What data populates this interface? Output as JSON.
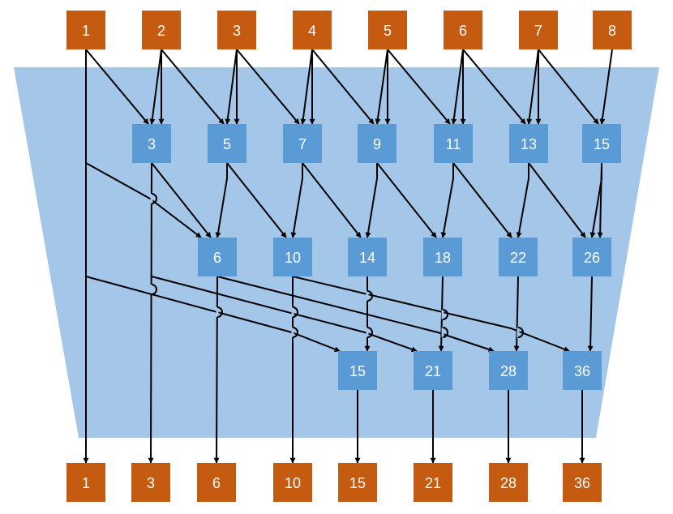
{
  "colors": {
    "io_box": "#C55A11",
    "adder_box": "#5B9BD5",
    "trapezoid": "#A4C6E8",
    "wire": "#000000",
    "text": "#FFFFFF"
  },
  "inputs": [
    "1",
    "2",
    "3",
    "4",
    "5",
    "6",
    "7",
    "8"
  ],
  "stage1": [
    "3",
    "5",
    "7",
    "9",
    "11",
    "13",
    "15"
  ],
  "stage2": [
    "6",
    "10",
    "14",
    "18",
    "22",
    "26"
  ],
  "stage3": [
    "15",
    "21",
    "28",
    "36"
  ],
  "outputs": [
    "1",
    "3",
    "6",
    "10",
    "15",
    "21",
    "28",
    "36"
  ]
}
